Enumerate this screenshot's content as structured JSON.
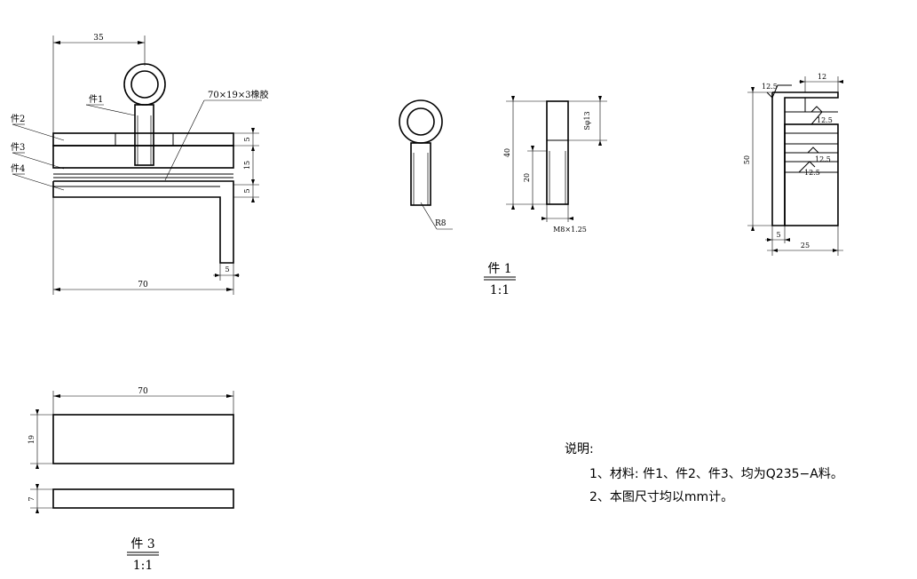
{
  "assembly": {
    "dim_top": "35",
    "dim_bottom": "70",
    "dim_5_top": "5",
    "dim_15": "15",
    "dim_5_mid": "5",
    "dim_5_leg": "5",
    "label_part1": "件1",
    "label_part2": "件2",
    "label_part3": "件3",
    "label_part4": "件4",
    "label_rubber": "70×19×3橡胶"
  },
  "part1": {
    "dim_radius": "R8",
    "dim_40": "40",
    "dim_20": "20",
    "dim_sphi": "Sφ13",
    "dim_thread": "M8×1.25",
    "title": "件 1",
    "scale": "1:1"
  },
  "right_view": {
    "dim_12_5_top": "12.5",
    "dim_12": "12",
    "dim_50": "50",
    "dim_5": "5",
    "dim_25": "25",
    "rough_1": "12.5",
    "rough_2": "12.5",
    "rough_3": "12.5"
  },
  "part3": {
    "dim_70": "70",
    "dim_19": "19",
    "dim_7": "7",
    "title": "件 3",
    "scale": "1:1"
  },
  "notes": {
    "heading": "说明:",
    "line1": "1、材料: 件1、件2、件3、均为Q235−A料。",
    "line2": "2、本图尺寸均以mm计。"
  }
}
